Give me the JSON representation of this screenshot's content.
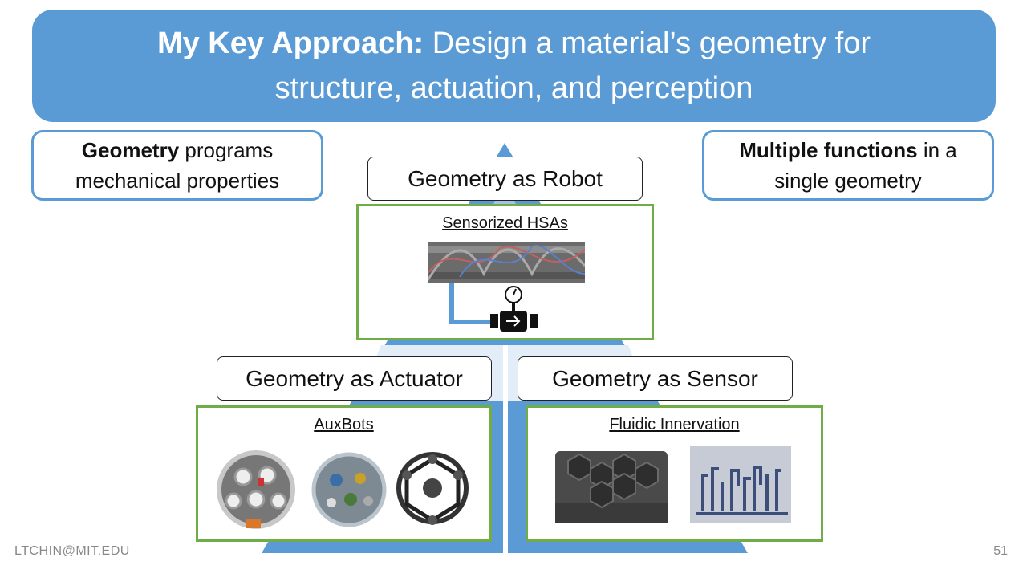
{
  "banner": {
    "bold": "My Key Approach:",
    "line1_rest": " Design a material’s geometry for",
    "line2": "structure, actuation, and perception"
  },
  "left_box": {
    "bold": "Geometry",
    "rest": " programs",
    "line2": "mechanical properties"
  },
  "right_box": {
    "bold": "Multiple functions",
    "rest": " in a",
    "line2": "single geometry"
  },
  "robot": {
    "label": "Geometry as Robot",
    "panel_title": "Sensorized HSAs"
  },
  "actuator": {
    "label": "Geometry as Actuator",
    "panel_title": "AuxBots"
  },
  "sensor": {
    "label": "Geometry as Sensor",
    "panel_title": "Fluidic Innervation"
  },
  "footer": {
    "email": "LTCHIN@MIT.EDU",
    "page": "51"
  },
  "colors": {
    "accent": "#5b9bd5",
    "pyramid_light": "#dce8f5",
    "panel_border": "#70ad47"
  }
}
